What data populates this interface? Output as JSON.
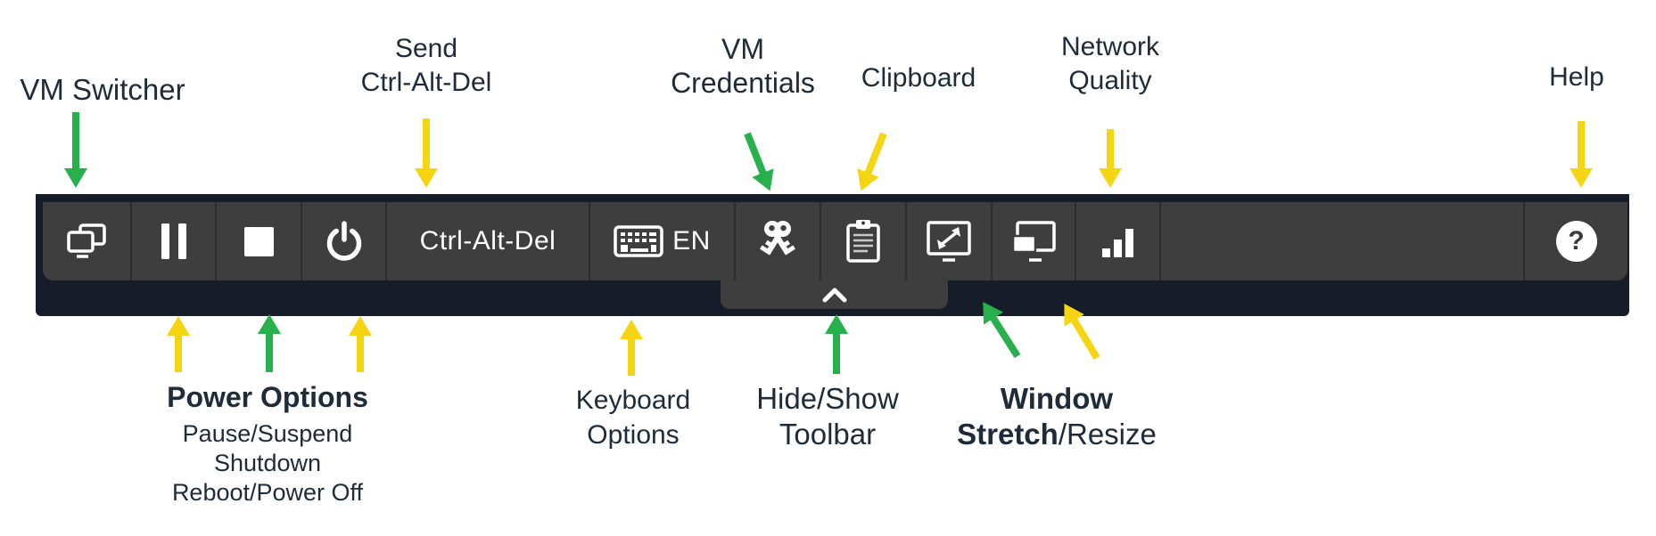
{
  "colors": {
    "arrow_green": "#28b04c",
    "arrow_yellow": "#f5d411",
    "toolbar_frame": "#161d28",
    "toolbar_panel": "#3e3e3e",
    "toolbar_separator": "#2d2d2d",
    "icon_white": "#ffffff",
    "label_text": "#202b3a"
  },
  "annotations": {
    "vm_switcher": {
      "text": "VM Switcher"
    },
    "send_cad": {
      "line1": "Send",
      "line2": "Ctrl-Alt-Del"
    },
    "vm_credentials": {
      "line1": "VM",
      "line2": "Credentials"
    },
    "clipboard": {
      "text": "Clipboard"
    },
    "network_quality": {
      "line1": "Network",
      "line2": "Quality"
    },
    "help": {
      "text": "Help"
    },
    "power_options": {
      "title": "Power Options",
      "items": [
        "Pause/Suspend",
        "Shutdown",
        "Reboot/Power Off"
      ]
    },
    "keyboard_options": {
      "line1": "Keyboard",
      "line2": "Options"
    },
    "hide_show_toolbar": {
      "line1": "Hide/Show",
      "line2": "Toolbar"
    },
    "window_stretch": {
      "line1": "Window",
      "line2_bold": "Stretch",
      "line2_regular": "/Resize"
    }
  },
  "toolbar": {
    "ctrl_alt_del_label": "Ctrl-Alt-Del",
    "keyboard_language": "EN",
    "help_glyph": "?",
    "buttons": [
      "vm-switcher",
      "pause",
      "stop",
      "power",
      "ctrl-alt-del",
      "keyboard",
      "vm-credentials",
      "clipboard",
      "window-stretch",
      "window-resize",
      "network-quality",
      "help"
    ]
  }
}
